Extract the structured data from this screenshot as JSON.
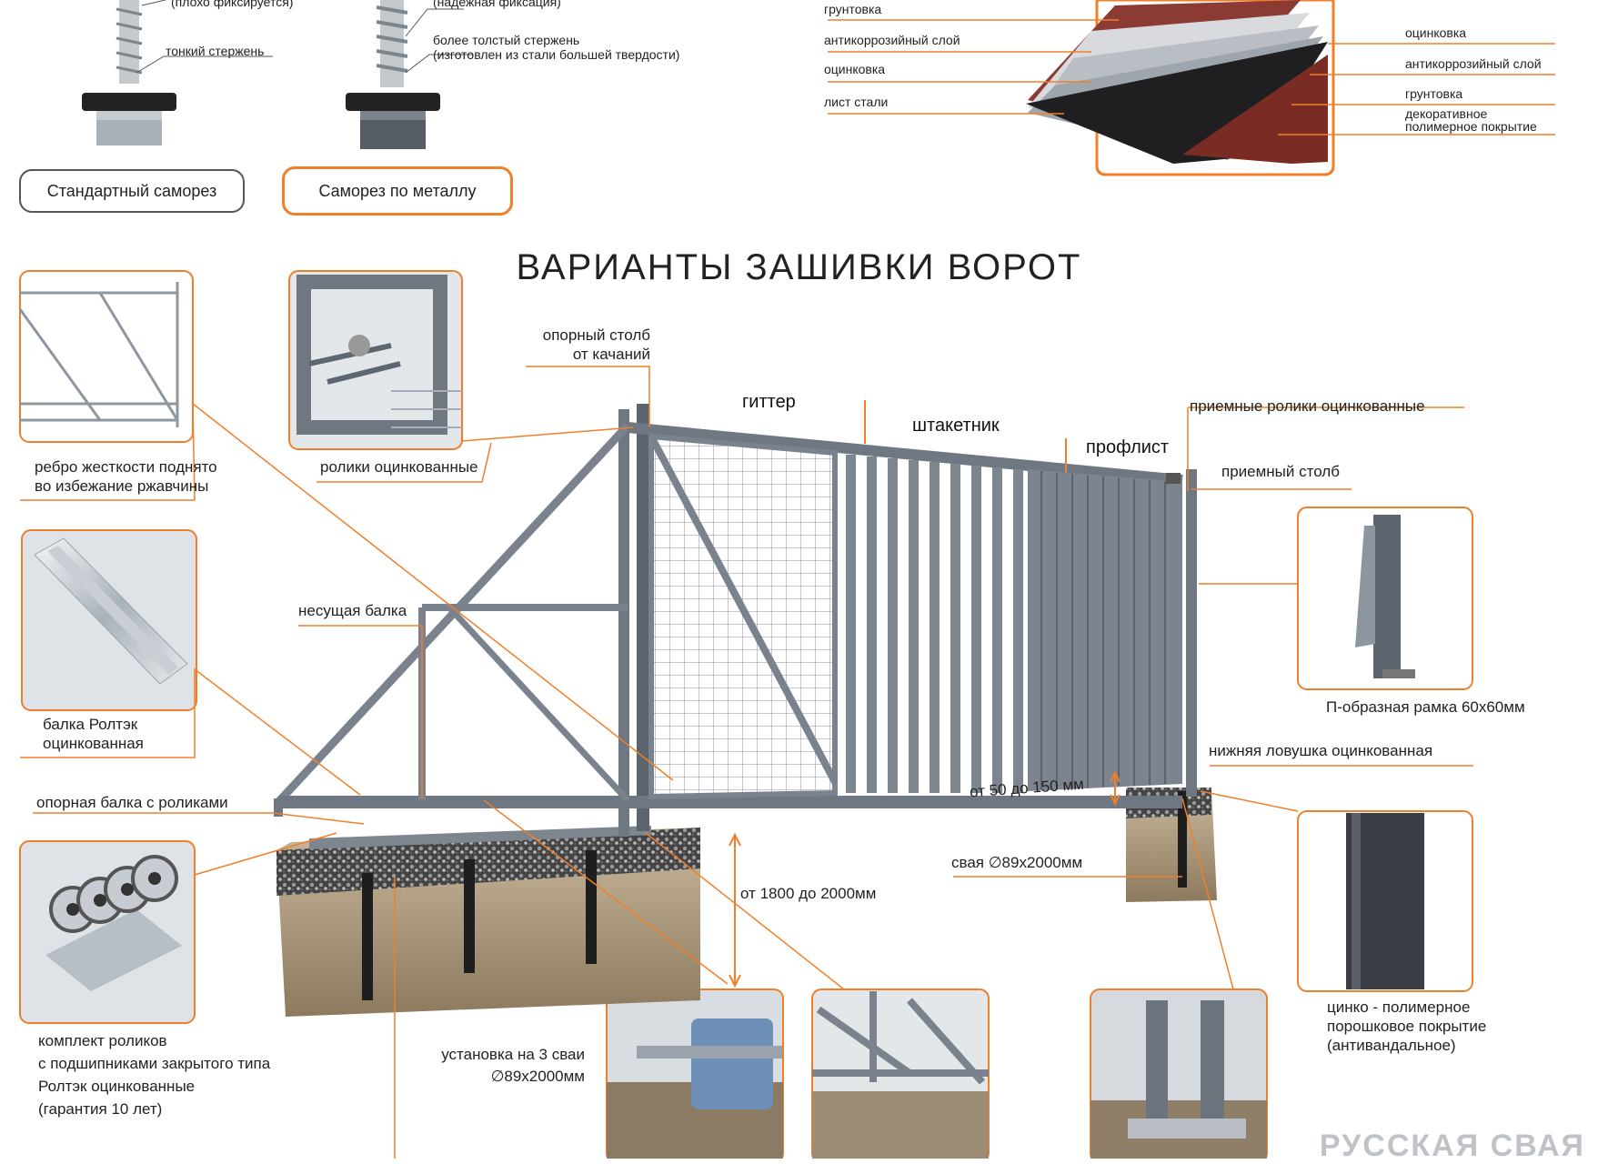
{
  "title": "ВАРИАНТЫ ЗАШИВКИ ВОРОТ",
  "screws": {
    "left_top_label": "(плохо фиксируется)",
    "left_rod_label": "тонкий стержень",
    "right_top_label": "(надежная фиксация)",
    "right_rod_label_1": "более толстый стержень",
    "right_rod_label_2": "(изготовлен из стали большей твердости)",
    "standard_button": "Стандартный саморез",
    "metal_button": "Саморез по металлу"
  },
  "layers_left": [
    "грунтовка",
    "антикоррозийный слой",
    "оцинковка",
    "лист стали"
  ],
  "layers_right": [
    "оцинковка",
    "антикоррозийный слой",
    "грунтовка"
  ],
  "layers_right_last_1": "декоративное",
  "layers_right_last_2": "полимерное покрытие",
  "labels": {
    "support_post_1": "опорный столб",
    "support_post_2": "от качаний",
    "gitter": "гиттер",
    "shtaketnik": "штакетник",
    "proflist": "профлист",
    "receive_rollers": "приемные ролики оцинкованные",
    "receive_post": "приемный столб",
    "rib_1": "ребро жесткости поднято",
    "rib_2": "во избежание ржавчины",
    "rollers_galv": "ролики оцинкованные",
    "bearing_beam": "несущая балка",
    "beam_roltek_1": "балка Ролтэк",
    "beam_roltek_2": "оцинкованная",
    "support_beam_rollers": "опорная балка с роликами",
    "p_frame": "П-образная рамка 60х60мм",
    "lower_trap": "нижняя ловушка оцинкованная",
    "gap": "от 50 до 150 мм",
    "pile": "свая ∅89х2000мм",
    "depth": "от 1800 до 2000мм",
    "zinc_1": "цинко - полимерное",
    "zinc_2": "порошковое покрытие",
    "zinc_3": "(антивандальное)",
    "kit_1": "комплект роликов",
    "kit_2": "с подшипниками закрытого типа",
    "kit_3": "Ролтэк оцинкованные",
    "kit_4": "(гарантия 10 лет)",
    "install_1": "установка на 3 сваи",
    "install_2": "∅89х2000мм"
  },
  "logo": "РУССКАЯ СВАЯ",
  "colors": {
    "accent": "#f07f2a",
    "frame": "#6e7782",
    "sheet": "#7c858f",
    "soil": "#9a8a74"
  }
}
